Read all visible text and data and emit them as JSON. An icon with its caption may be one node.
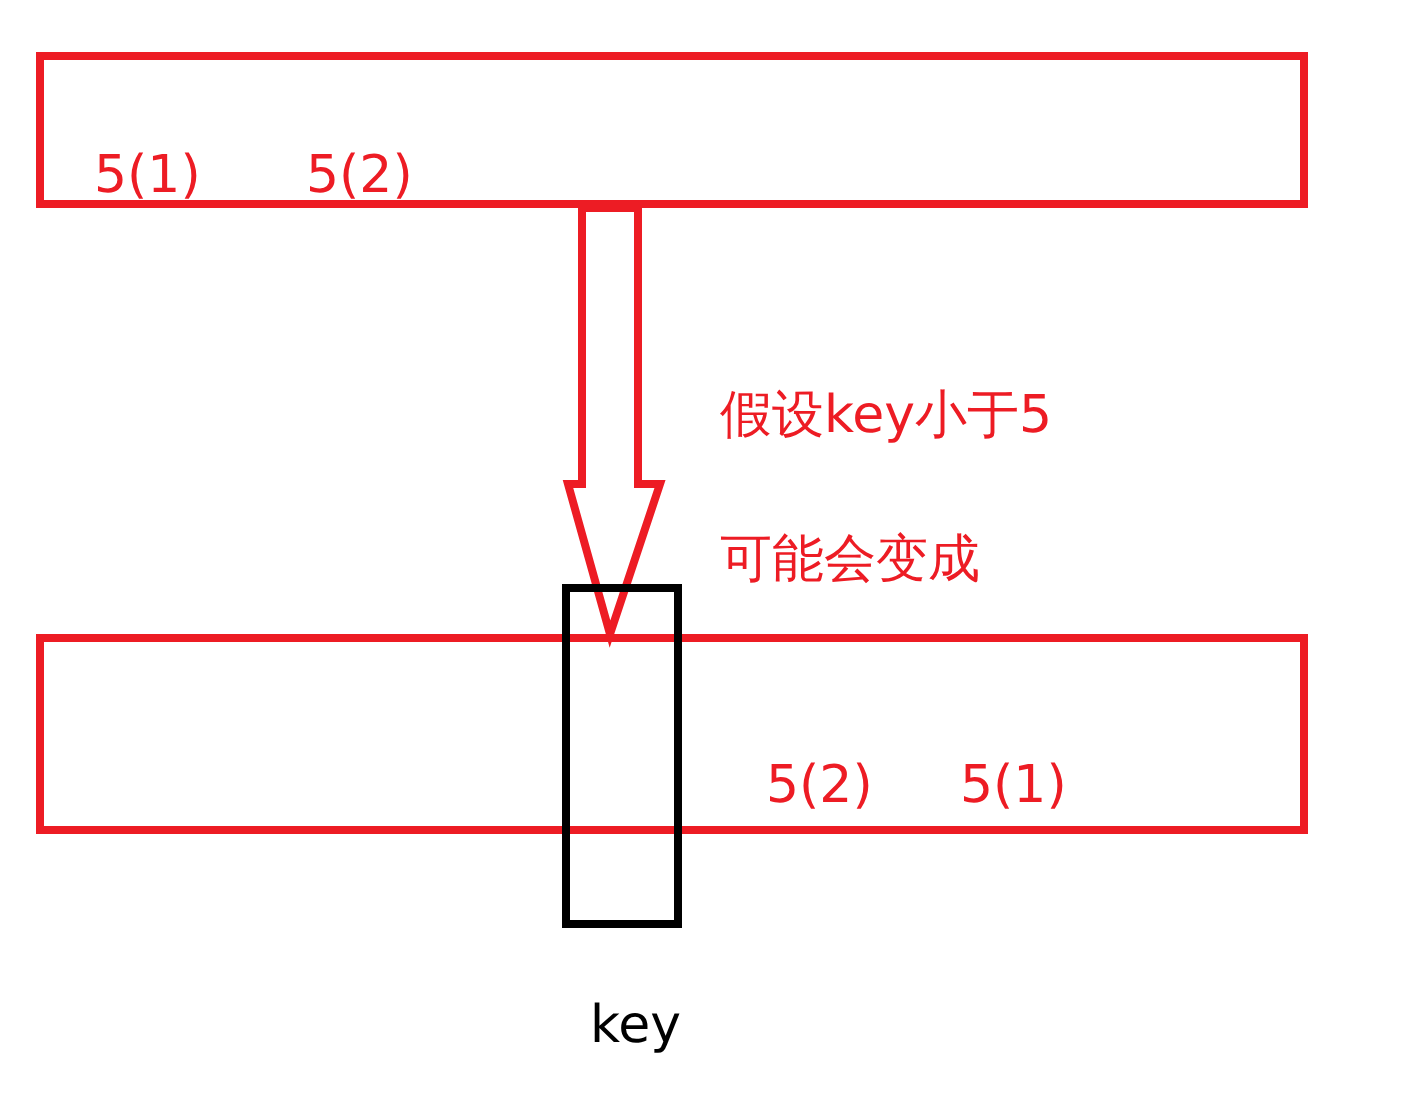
{
  "diagram": {
    "nodes": [
      {
        "text": [
          "5(1)",
          "5(2)"
        ]
      },
      {
        "text": [
          "5(2)",
          "5(1)"
        ]
      },
      {
        "text": [
          "key"
        ]
      }
    ],
    "edges": [
      {
        "from": 0,
        "to": 1,
        "arrow": "to",
        "label": "假设key小于5可能会变成"
      }
    ]
  }
}
